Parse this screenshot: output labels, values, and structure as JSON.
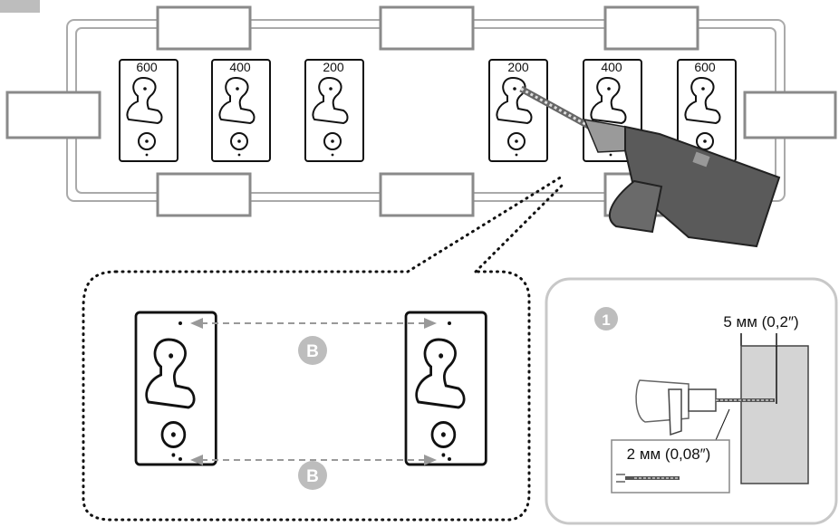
{
  "template_labels": [
    "600",
    "400",
    "200",
    "200",
    "400",
    "600"
  ],
  "spacing_marker": "B",
  "step_number": "1",
  "depth_label": "5 мм (0,2″)",
  "drill_bit_label": "2 мм (0,08″)",
  "colors": {
    "outline": "#111111",
    "tape": "#8a8a8a",
    "panel": "#c8c8c8",
    "wall": "#d4d4d4",
    "marker": "#bdbdbd",
    "drill": "#555555"
  }
}
